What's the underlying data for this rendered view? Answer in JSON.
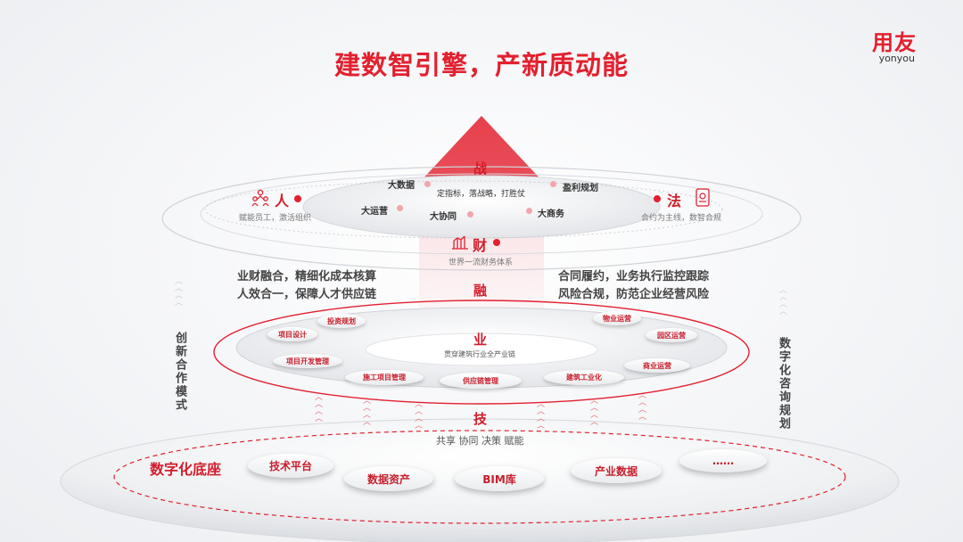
{
  "title": "建数智引擎，产新质动能",
  "logo": {
    "cn": "用友",
    "en": "yonyou"
  },
  "top_layer": {
    "apex": "战",
    "apex_sub": "定指标，落战略，打胜仗",
    "items": [
      "大数据",
      "盈利规划",
      "大运营",
      "大协同",
      "大商务"
    ],
    "ren": {
      "label": "人",
      "sub": "赋能员工，激活组织"
    },
    "fa": {
      "label": "法",
      "sub": "合约为主线，数智合规"
    },
    "cai": {
      "label": "财",
      "sub": "世界一流财务体系"
    }
  },
  "rong": {
    "label": "融",
    "left": [
      "业财融合，精细化成本核算",
      "人效合一，保障人才供应链"
    ],
    "right": [
      "合同履约，业务执行监控跟踪",
      "风险合规，防范企业经营风险"
    ]
  },
  "ye_layer": {
    "label": "业",
    "sub": "贯穿建筑行业全产业链",
    "items": [
      "投资规划",
      "项目设计",
      "项目开发管理",
      "施工项目管理",
      "供应链管理",
      "建筑工业化",
      "物业运营",
      "园区运营",
      "商业运营"
    ]
  },
  "ji": {
    "label": "技",
    "sub": "共享 协同 决策 赋能"
  },
  "base": {
    "label": "数字化底座",
    "items": [
      "技术平台",
      "数据资产",
      "BIM库",
      "产业数据",
      "……"
    ]
  },
  "side_left": "创新合作模式",
  "side_right": "数字化咨询规划",
  "colors": {
    "accent": "#e3202f",
    "text_dark": "#333333",
    "text_grey": "#777777"
  },
  "icons": [
    "people-icon",
    "document-seal-icon",
    "building-icon"
  ]
}
